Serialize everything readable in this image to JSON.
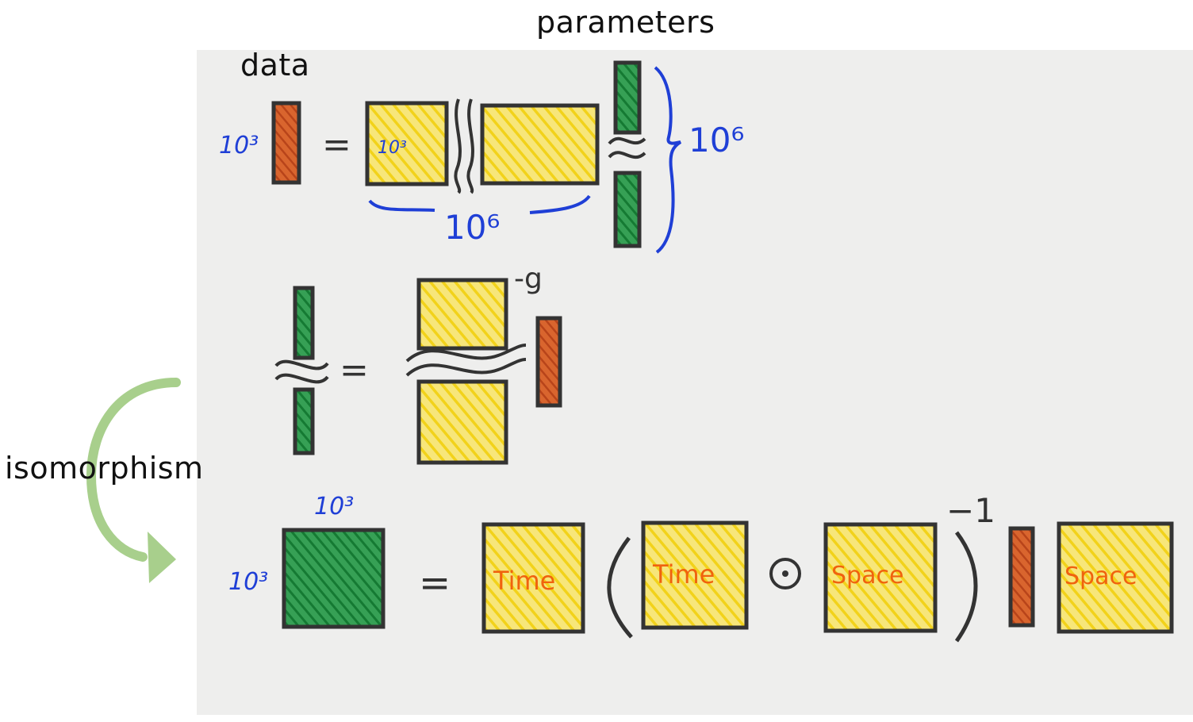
{
  "labels": {
    "parameters": "parameters",
    "data": "data",
    "isomorphism": "isomorphism"
  },
  "annotations": {
    "data_size_row1": "10³",
    "matrix_rows_row1": "10³",
    "matrix_cols_row1": "10⁶",
    "param_size_row1": "10⁶",
    "exponent_row2": "-g",
    "row3_cols": "10³",
    "row3_rows": "10³",
    "time_a": "Time",
    "time_b": "Time",
    "space_a": "Space",
    "space_b": "Space",
    "inverse": "−1",
    "odot": "⊙",
    "equals": "="
  },
  "colors": {
    "paper": "#eeeeed",
    "outline": "#333333",
    "orange_red": "#c8501c",
    "green": "#1f8a3e",
    "yellow": "#f2d21a",
    "blue_ink": "#1f3fd6",
    "orange_text": "#f0620e",
    "arrow_green": "#a8cf8c"
  }
}
